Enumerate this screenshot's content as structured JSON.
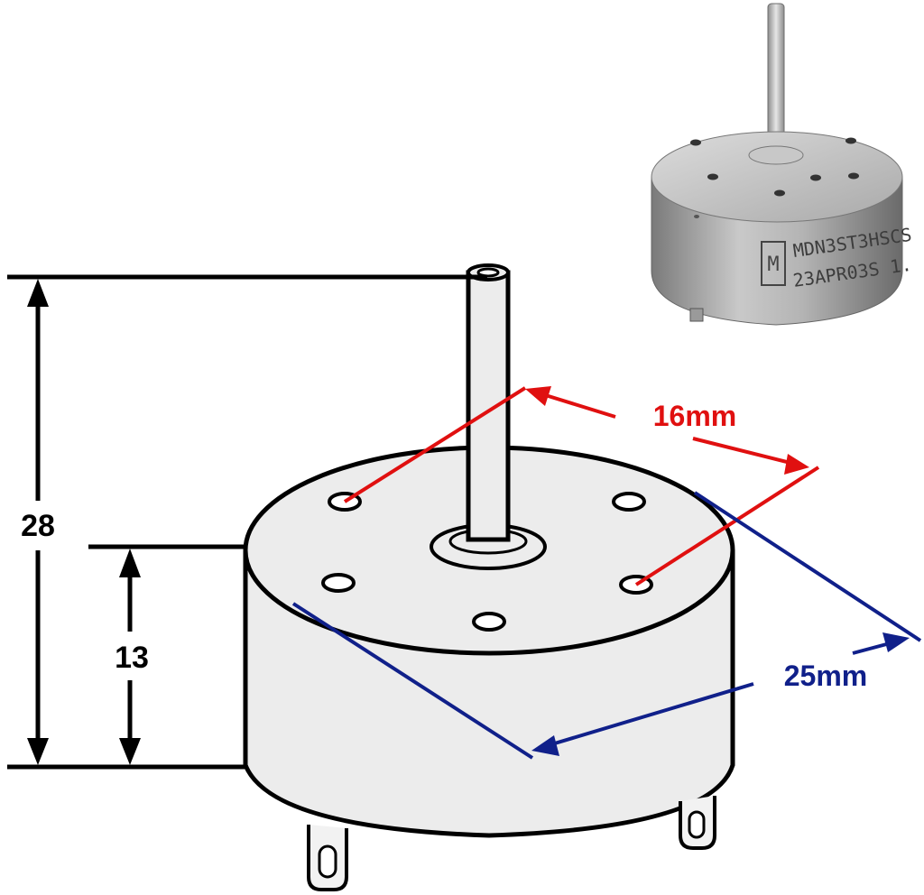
{
  "dimensions": {
    "total_height": "28",
    "body_height": "13",
    "hole_spacing": "16mm",
    "diameter": "25mm"
  },
  "photo": {
    "marking_line1": "MDN3ST3HSCS",
    "marking_line2": "23APR03S 1.",
    "logo_letter": "M"
  },
  "colors": {
    "hole_spacing": "#e01010",
    "diameter": "#10208a",
    "lines": "#000000",
    "motor_body": "#ececec"
  }
}
